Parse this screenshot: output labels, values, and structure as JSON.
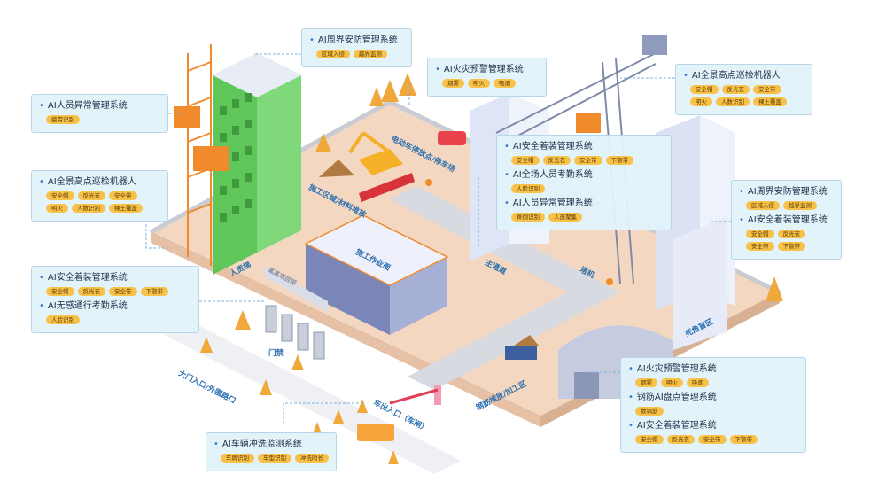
{
  "panels": [
    {
      "id": "perimeter-top",
      "systems": [
        {
          "title": "AI周界安防管理系统",
          "tags": [
            "区域入侵",
            "越界监测"
          ]
        }
      ]
    },
    {
      "id": "fire-top",
      "systems": [
        {
          "title": "AI火灾预警管理系统",
          "tags": [
            "烟雾",
            "明火",
            "吸烟"
          ]
        }
      ]
    },
    {
      "id": "robot-right",
      "systems": [
        {
          "title": "AI全景高点巡检机器人",
          "tags": [
            "安全帽",
            "反光衣",
            "安全带",
            "明火",
            "人数识别",
            "裸土覆盖"
          ]
        }
      ]
    },
    {
      "id": "personnel-left",
      "systems": [
        {
          "title": "AI人员异常管理系统",
          "tags": [
            "疲劳识别"
          ]
        }
      ]
    },
    {
      "id": "center",
      "systems": [
        {
          "title": "AI安全着装管理系统",
          "tags": [
            "安全帽",
            "反光衣",
            "安全带",
            "下颚带"
          ]
        },
        {
          "title": "AI全场人员考勤系统",
          "tags": [
            "人脸识别"
          ]
        },
        {
          "title": "AI人员异常管理系统",
          "tags": [
            "摔倒识别",
            "人员聚集"
          ]
        }
      ]
    },
    {
      "id": "robot-left",
      "systems": [
        {
          "title": "AI全景高点巡检机器人",
          "tags": [
            "安全帽",
            "反光衣",
            "安全带",
            "明火",
            "人数识别",
            "裸土覆盖"
          ]
        }
      ]
    },
    {
      "id": "right-mid",
      "systems": [
        {
          "title": "AI周界安防管理系统",
          "tags": [
            "区域入侵",
            "越界监测"
          ]
        },
        {
          "title": "AI安全着装管理系统",
          "tags": [
            "安全帽",
            "反光衣",
            "安全带",
            "下颚带"
          ]
        }
      ]
    },
    {
      "id": "left-bottom",
      "systems": [
        {
          "title": "AI安全着装管理系统",
          "tags": [
            "安全帽",
            "反光衣",
            "安全带",
            "下颚带"
          ]
        },
        {
          "title": "AI无感通行考勤系统",
          "tags": [
            "人脸识别"
          ]
        }
      ]
    },
    {
      "id": "right-bottom",
      "systems": [
        {
          "title": "AI火灾预警管理系统",
          "tags": [
            "烟雾",
            "明火",
            "吸烟"
          ]
        },
        {
          "title": "钢筋AI盘点管理系统",
          "tags": [
            "数钢筋"
          ]
        },
        {
          "title": "AI安全着装管理系统",
          "tags": [
            "安全帽",
            "反光衣",
            "安全带",
            "下颚带"
          ]
        }
      ]
    },
    {
      "id": "vehicle-bottom",
      "systems": [
        {
          "title": "AI车辆冲洗监测系统",
          "tags": [
            "车牌识别",
            "车型识别",
            "冲洗时长"
          ]
        }
      ]
    }
  ],
  "area_labels": {
    "ebike": "电动车停放点/停车场",
    "construction": "施工区域/材料堆放",
    "work_surface": "施工作业面",
    "main_road": "主通道",
    "tower": "塔机",
    "hoist": "人货梯",
    "gate": "门禁",
    "gate_sign": "某某项目部",
    "main_entrance": "大门入口/外围路口",
    "vehicle_exit": "车出入口（车闸）",
    "rebar": "钢筋堆放/加工区",
    "blind": "死角盲区"
  }
}
